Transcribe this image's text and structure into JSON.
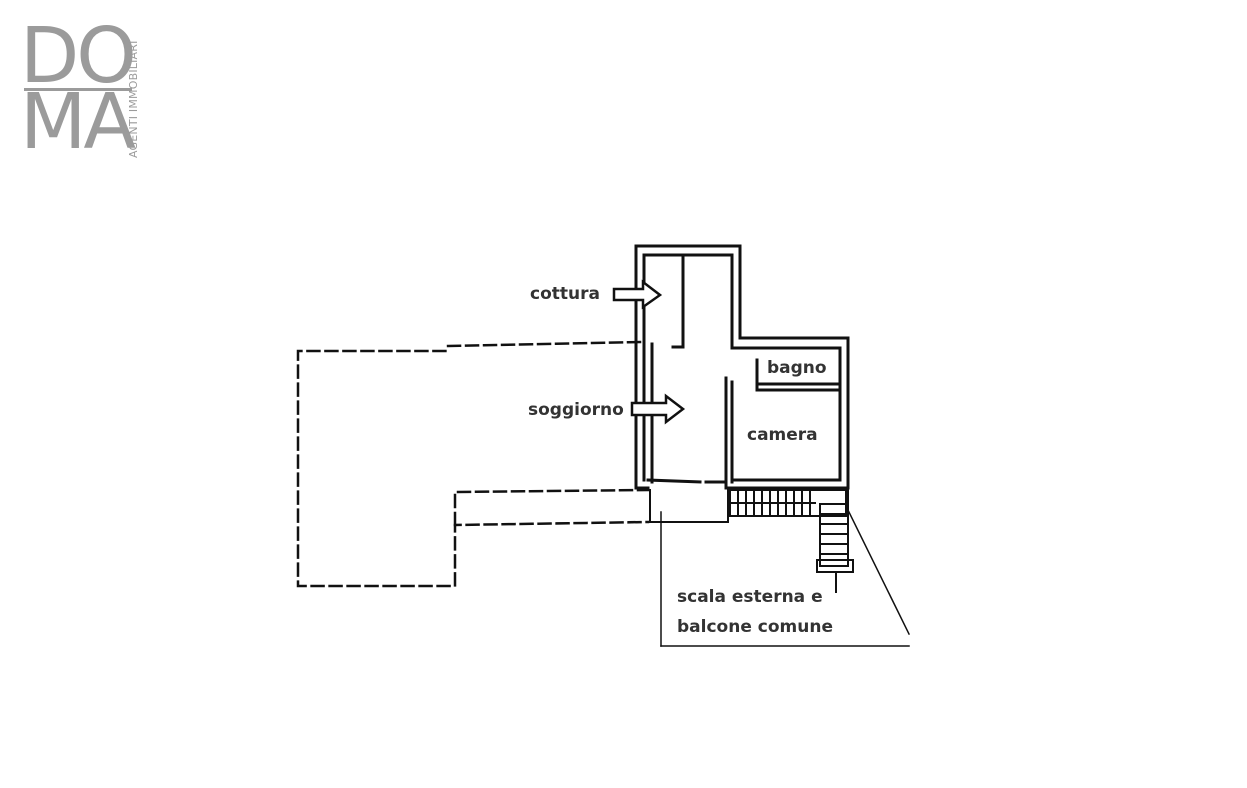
{
  "logo": {
    "line1": "DO",
    "line2": "MA",
    "vertical_text": "AGENTI IMMOBILIARI",
    "color": "#9b9b9b"
  },
  "plan": {
    "rooms": {
      "cottura": "cottura",
      "soggiorno": "soggiorno",
      "bagno": "bagno",
      "camera": "camera"
    },
    "note_line1": "scala esterna e",
    "note_line2": "balcone comune",
    "ink_color": "#111111",
    "label_color": "#333333"
  }
}
